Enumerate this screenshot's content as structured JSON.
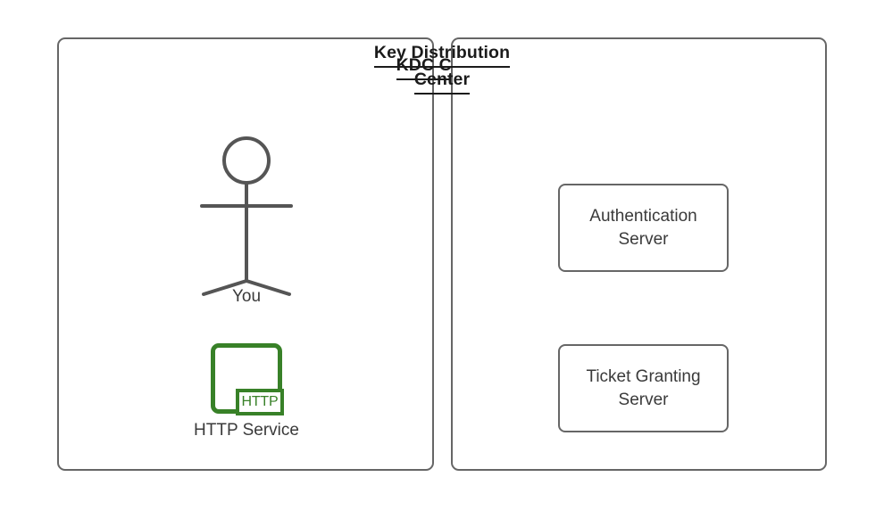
{
  "diagram": {
    "background_color": "#ffffff",
    "border_color": "#666666",
    "text_color": "#3a3a3a",
    "title_color": "#1b1b1b",
    "accent_green": "#388128"
  },
  "panels": [
    {
      "id": "kdc-client",
      "title_lines": [
        "KDC Client"
      ],
      "actor": {
        "icon": "stick-figure-person-icon",
        "label": "You"
      },
      "service": {
        "icon": "http-service-icon",
        "badge_text": "HTTP",
        "label": "HTTP Service"
      }
    },
    {
      "id": "key-distribution-center",
      "title_lines": [
        "Key Distribution",
        "Center"
      ],
      "boxes": [
        {
          "id": "authentication-server",
          "label": "Authentication\nServer",
          "line1": "Authentication",
          "line2": "Server"
        },
        {
          "id": "ticket-granting-server",
          "label": "Ticket Granting\nServer",
          "line1": "Ticket Granting",
          "line2": "Server"
        }
      ]
    }
  ]
}
